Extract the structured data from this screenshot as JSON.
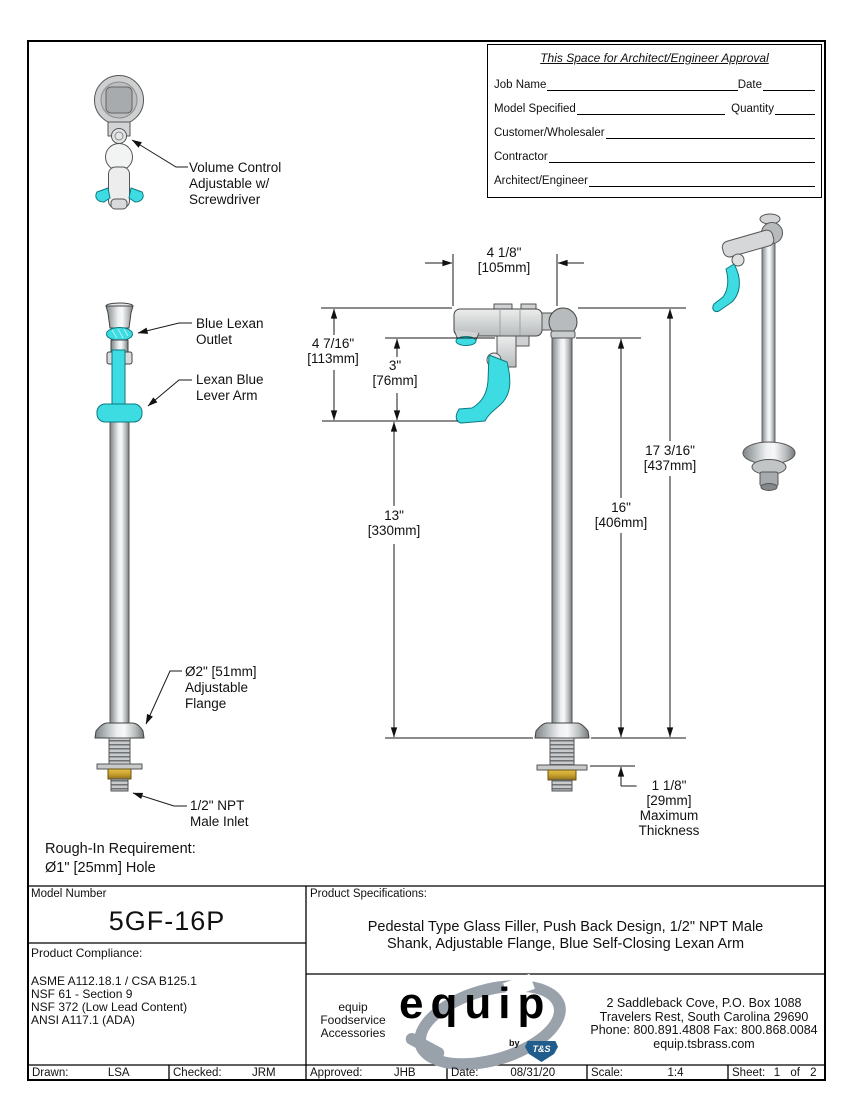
{
  "approval_box": {
    "title": "This Space for Architect/Engineer Approval",
    "rows": [
      {
        "left": "Job Name",
        "right": "Date"
      },
      {
        "left": "Model Specified",
        "right": "Quantity"
      },
      {
        "left": "Customer/Wholesaler",
        "right": ""
      },
      {
        "left": "Contractor",
        "right": ""
      },
      {
        "left": "Architect/Engineer",
        "right": ""
      }
    ]
  },
  "callouts": {
    "volume_control": [
      "Volume Control",
      "Adjustable w/",
      "Screwdriver"
    ],
    "outlet": [
      "Blue Lexan",
      "Outlet"
    ],
    "lever": [
      "Lexan Blue",
      "Lever Arm"
    ],
    "flange": [
      "Ø2\" [51mm]",
      "Adjustable",
      "Flange"
    ],
    "inlet": [
      "1/2\" NPT",
      "Male Inlet"
    ],
    "rough_in": [
      "Rough-In Requirement:",
      "Ø1\" [25mm] Hole"
    ]
  },
  "dimensions": {
    "width": {
      "in": "4 1/8\"",
      "mm": "[105mm]"
    },
    "h113": {
      "in": "4 7/16\"",
      "mm": "[113mm]"
    },
    "h76": {
      "in": "3\"",
      "mm": "[76mm]"
    },
    "h330": {
      "in": "13\"",
      "mm": "[330mm]"
    },
    "h406": {
      "in": "16\"",
      "mm": "[406mm]"
    },
    "h437": {
      "in": "17 3/16\"",
      "mm": "[437mm]"
    },
    "thickness": {
      "in": "1 1/8\"",
      "mm": "[29mm]",
      "note1": "Maximum",
      "note2": "Thickness"
    }
  },
  "title_block": {
    "model_number_label": "Model Number",
    "model_number": "5GF-16P",
    "compliance_label": "Product Compliance:",
    "compliance_items": [
      "ASME A112.18.1 / CSA B125.1",
      "NSF 61 - Section 9",
      "NSF 372 (Low Lead Content)",
      "ANSI A117.1 (ADA)"
    ],
    "specs_label": "Product Specifications:",
    "specs_line1": "Pedestal Type Glass Filler, Push Back Design, 1/2\" NPT Male",
    "specs_line2": "Shank, Adjustable Flange, Blue Self-Closing Lexan Arm",
    "brand_lines": [
      "equip",
      "Foodservice",
      "Accessories"
    ],
    "logo_word": "equip",
    "logo_by": "by",
    "logo_ts": "T&S",
    "address_lines": [
      "2 Saddleback Cove, P.O. Box 1088",
      "Travelers Rest, South Carolina 29690",
      "Phone: 800.891.4808  Fax: 800.868.0084",
      "equip.tsbrass.com"
    ],
    "footer": [
      {
        "label": "Drawn:",
        "value": "LSA"
      },
      {
        "label": "Checked:",
        "value": "JRM"
      },
      {
        "label": "Approved:",
        "value": "JHB"
      },
      {
        "label": "Date:",
        "value": "08/31/20"
      },
      {
        "label": "Scale:",
        "value": "1:4"
      },
      {
        "label": "Sheet:",
        "value": "1 of 2"
      }
    ]
  },
  "colors": {
    "lexan_cyan": "#3DDCE2",
    "lexan_stroke": "#0A7A81",
    "brass": "#C9A227",
    "ts_blue": "#205D8C",
    "swoosh_gray": "#99A1AB"
  }
}
